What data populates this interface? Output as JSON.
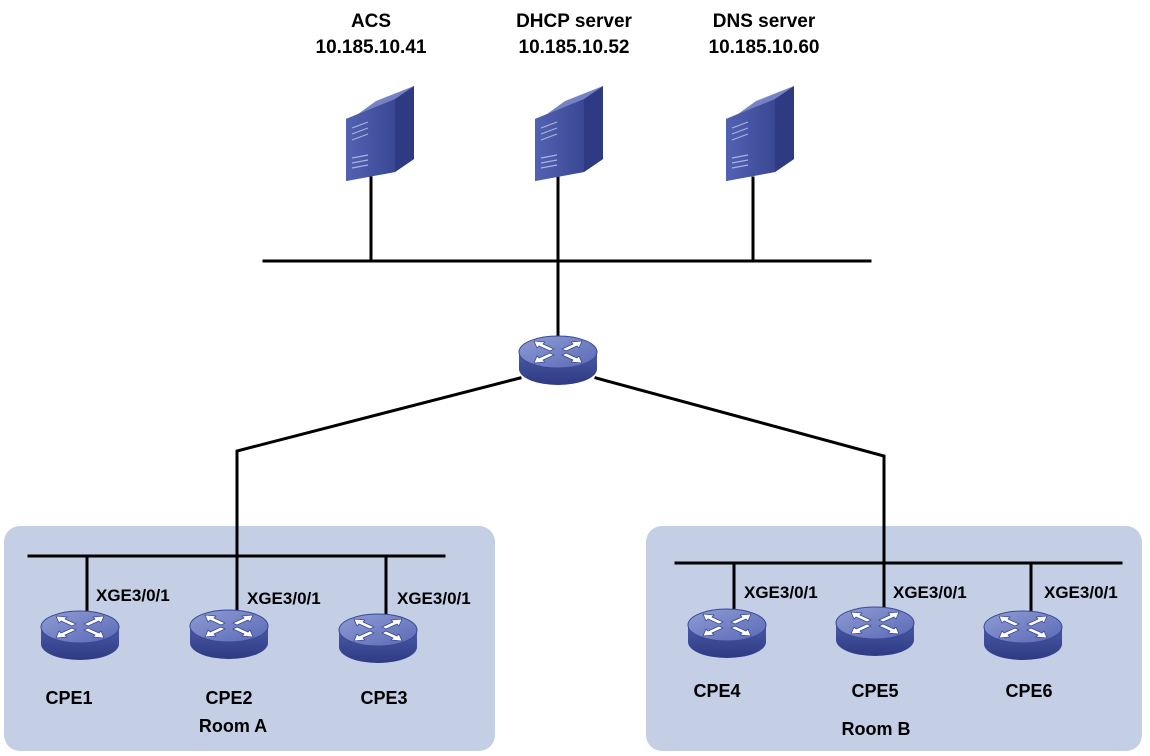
{
  "servers": [
    {
      "id": "acs",
      "name": "ACS",
      "ip": "10.185.10.41",
      "icon": "server-tower-icon"
    },
    {
      "id": "dhcp",
      "name": "DHCP server",
      "ip": "10.185.10.52",
      "icon": "server-tower-icon"
    },
    {
      "id": "dns",
      "name": "DNS server",
      "ip": "10.185.10.60",
      "icon": "server-tower-icon"
    }
  ],
  "core_router": {
    "icon": "router-icon"
  },
  "rooms": [
    {
      "name": "Room A",
      "cpes": [
        {
          "name": "CPE1",
          "port": "XGE3/0/1",
          "icon": "router-icon"
        },
        {
          "name": "CPE2",
          "port": "XGE3/0/1",
          "icon": "router-icon"
        },
        {
          "name": "CPE3",
          "port": "XGE3/0/1",
          "icon": "router-icon"
        }
      ]
    },
    {
      "name": "Room B",
      "cpes": [
        {
          "name": "CPE4",
          "port": "XGE3/0/1",
          "icon": "router-icon"
        },
        {
          "name": "CPE5",
          "port": "XGE3/0/1",
          "icon": "router-icon"
        },
        {
          "name": "CPE6",
          "port": "XGE3/0/1",
          "icon": "router-icon"
        }
      ]
    }
  ],
  "colors": {
    "room_fill": "#c4cfe6",
    "device_blue": "#4a5aa8",
    "link": "#000000"
  }
}
